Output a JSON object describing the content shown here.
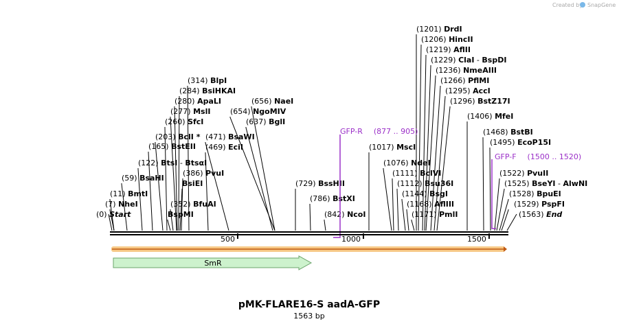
{
  "header": {
    "credit": "Created by",
    "brand": "SnapGene"
  },
  "plasmid": {
    "name": "pMK-FLARE16-S aadA-GFP",
    "length_label": "1563 bp",
    "length": 1563
  },
  "ruler": {
    "ticks": [
      500,
      1000,
      1500
    ]
  },
  "colors": {
    "primer": "#9b30c8",
    "feature_fill": "#cdf2cd",
    "feature_stroke": "#6aa46a",
    "track_fill": "#f7c987",
    "track_arrow": "#c05a13"
  },
  "features": [
    {
      "name": "SmR",
      "start": 12,
      "end": 792,
      "direction": "forward"
    }
  ],
  "primers": [
    {
      "name": "GFP-R",
      "range": "(877 .. 905)",
      "start": 877,
      "end": 905,
      "direction": "reverse"
    },
    {
      "name": "GFP-F",
      "range": "(1500 .. 1520)",
      "start": 1500,
      "end": 1520,
      "direction": "forward"
    }
  ],
  "sites": [
    {
      "name": "Start",
      "pos": 0,
      "pos_label": "(0)",
      "italic": true
    },
    {
      "name": "NheI",
      "pos": 7,
      "pos_label": "(7)"
    },
    {
      "name": "BmtI",
      "pos": 11,
      "pos_label": "(11)"
    },
    {
      "name": "BsaHI",
      "pos": 59,
      "pos_label": "(59)"
    },
    {
      "name": "BtsI",
      "name2": "BtsαI",
      "pos": 122,
      "pos_label": "(122)"
    },
    {
      "name": "BstEII",
      "pos": 165,
      "pos_label": "(165)"
    },
    {
      "name": "BclI",
      "star": "*",
      "pos": 203,
      "pos_label": "(203)"
    },
    {
      "name": "SfcI",
      "pos": 260,
      "pos_label": "(260)"
    },
    {
      "name": "MslI",
      "pos": 277,
      "pos_label": "(277)"
    },
    {
      "name": "ApaLI",
      "pos": 280,
      "pos_label": "(280)"
    },
    {
      "name": "BsiHKAI",
      "pos": 284,
      "pos_label": "(284)"
    },
    {
      "name": "BlpI",
      "pos": 314,
      "pos_label": "(314)"
    },
    {
      "name": "BspMI",
      "pos": 235
    },
    {
      "name": "BfuAI",
      "pos": 235,
      "pos_label": "(352)"
    },
    {
      "name": "BsiEI",
      "pos": 277
    },
    {
      "name": "PvuI",
      "pos": 277,
      "pos_label": "(386)"
    },
    {
      "name": "EciI",
      "pos": 338,
      "pos_label": "(469)"
    },
    {
      "name": "BsaWI",
      "pos": 349,
      "pos_label": "(471)"
    },
    {
      "name": "BglI",
      "pos": 637,
      "pos_label": "(637)"
    },
    {
      "name": "NgoMIV",
      "pos": 654,
      "pos_label": "(654)"
    },
    {
      "name": "NaeI",
      "pos": 656,
      "pos_label": "(656)"
    },
    {
      "name": "BssHII",
      "pos": 729,
      "pos_label": "(729)"
    },
    {
      "name": "BstXI",
      "pos": 786,
      "pos_label": "(786)"
    },
    {
      "name": "NcoI",
      "pos": 842,
      "pos_label": "(842)"
    },
    {
      "name": "MscI",
      "pos": 1017,
      "pos_label": "(1017)"
    },
    {
      "name": "NdeI",
      "pos": 1076,
      "pos_label": "(1076)"
    },
    {
      "name": "BclVI",
      "pos": 1111,
      "pos_label": "(1111)"
    },
    {
      "name": "Bsu36I",
      "pos": 1112,
      "pos_label": "(1112)"
    },
    {
      "name": "BsgI",
      "pos": 1144,
      "pos_label": "(1144)"
    },
    {
      "name": "AflIII",
      "pos": 1168,
      "pos_label": "(1168)"
    },
    {
      "name": "PmlI",
      "pos": 1171,
      "pos_label": "(1171)"
    },
    {
      "name": "DrdI",
      "pos": 1201,
      "pos_label": "(1201)"
    },
    {
      "name": "HincII",
      "pos": 1206,
      "pos_label": "(1206)"
    },
    {
      "name": "AflII",
      "pos": 1219,
      "pos_label": "(1219)"
    },
    {
      "name": "ClaI",
      "name2": "BspDI",
      "pos": 1229,
      "pos_label": "(1229)"
    },
    {
      "name": "NmeAIII",
      "pos": 1236,
      "pos_label": "(1236)"
    },
    {
      "name": "PflMI",
      "pos": 1266,
      "pos_label": "(1266)"
    },
    {
      "name": "AccI",
      "pos": 1295,
      "pos_label": "(1295)"
    },
    {
      "name": "BstZ17I",
      "pos": 1296,
      "pos_label": "(1296)"
    },
    {
      "name": "MfeI",
      "pos": 1406,
      "pos_label": "(1406)"
    },
    {
      "name": "BstBI",
      "pos": 1468,
      "pos_label": "(1468)"
    },
    {
      "name": "EcoP15I",
      "pos": 1495,
      "pos_label": "(1495)"
    },
    {
      "name": "PvuII",
      "pos": 1522,
      "pos_label": "(1522)"
    },
    {
      "name": "BseYI",
      "name2": "AlwNI",
      "pos": 1525,
      "pos_label": "(1525)"
    },
    {
      "name": "BpuEI",
      "pos": 1528,
      "pos_label": "(1528)"
    },
    {
      "name": "PspFI",
      "pos": 1529,
      "pos_label": "(1529)"
    },
    {
      "name": "End",
      "pos": 1563,
      "pos_label": "(1563)",
      "italic": true
    }
  ]
}
